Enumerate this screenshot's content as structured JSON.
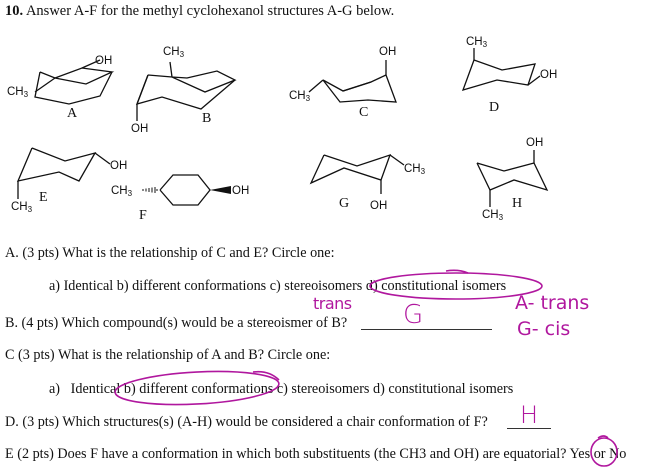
{
  "header": {
    "number": "10.",
    "title": "Answer A-F for the methyl cyclohexanol structures A-G below."
  },
  "structures": [
    {
      "label": "A",
      "substituents": [
        "CH3",
        "OH"
      ]
    },
    {
      "label": "B",
      "substituents": [
        "CH3",
        "OH"
      ]
    },
    {
      "label": "C",
      "substituents": [
        "CH3",
        "OH"
      ]
    },
    {
      "label": "D",
      "substituents": [
        "CH3",
        "OH"
      ]
    },
    {
      "label": "E",
      "substituents": [
        "OH",
        "CH3"
      ]
    },
    {
      "label": "F",
      "substituents": [
        "CH3",
        "OH"
      ]
    },
    {
      "label": "G",
      "substituents": [
        "CH3",
        "OH"
      ]
    },
    {
      "label": "H",
      "substituents": [
        "OH",
        "CH3"
      ]
    }
  ],
  "chem_labels": {
    "ch3": "CH",
    "sub3": "3",
    "oh": "OH"
  },
  "questions": {
    "A": {
      "prompt": "A. (3 pts) What is the relationship of C and E? Circle one:",
      "options": "a) Identical b) different conformations c) stereoisomers d) constitutional isomers",
      "options_parts": [
        "a) Identical b) different conformations c) stereoisomers",
        "d) constitutional isomers"
      ],
      "circled": "d) constitutional isomers"
    },
    "B": {
      "prompt": "B. (4 pts) Which compound(s) would be a stereoismer of B?",
      "answer": "G",
      "note_above": "trans",
      "side_notes": [
        "A- trans",
        "G- cis"
      ]
    },
    "C": {
      "prompt": "C (3 pts) What is the relationship of A and B? Circle one:",
      "options_parts": [
        "a)",
        "Identical",
        "b) different conformations",
        "c) stereoisomers d) constitutional isomers"
      ],
      "circled": "b) different conformations"
    },
    "D": {
      "prompt": "D. (3 pts) Which structures(s) (A-H) would be considered a chair conformation of F?",
      "answer": "H"
    },
    "E": {
      "prompt_start": "E (2 pts) Does F have a conformation in which both substituents (the CH3 and OH) are equatorial?",
      "yes": "Yes",
      "or": "or",
      "no": "No",
      "circled": "Yes"
    }
  },
  "ink_color": "#b0179e"
}
